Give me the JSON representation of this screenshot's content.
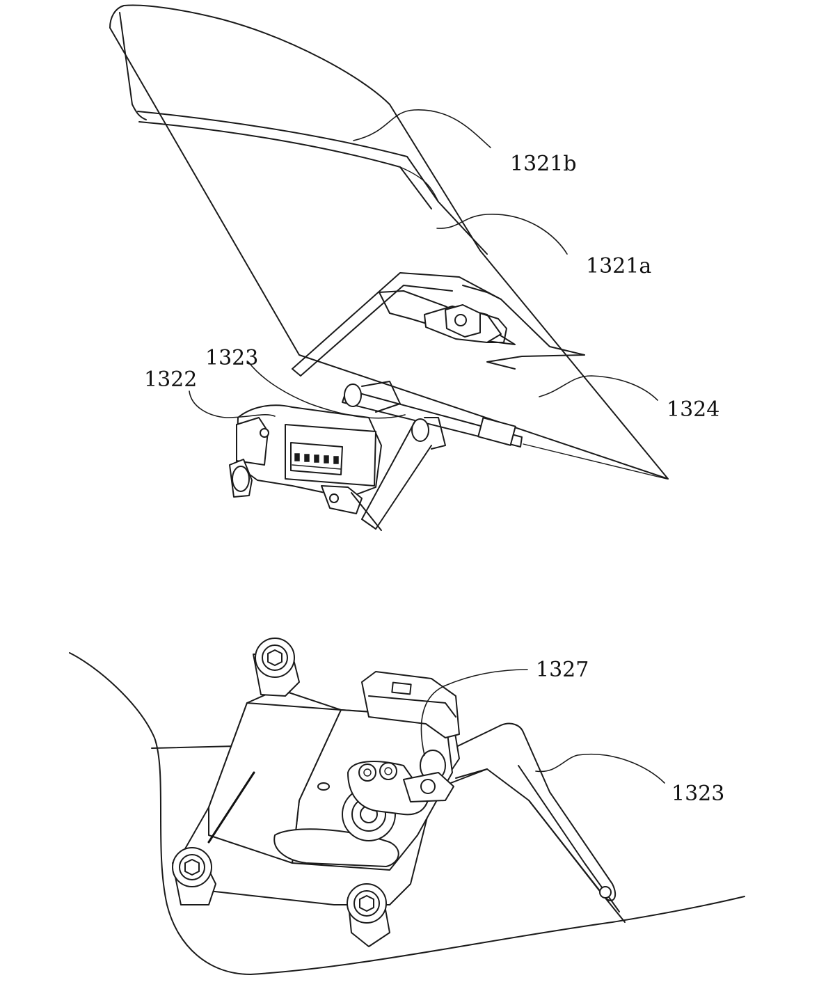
{
  "figure_top": {
    "labels": {
      "ref_1321b": "1321b",
      "ref_1321a": "1321a",
      "ref_1323": "1323",
      "ref_1322": "1322",
      "ref_1324": "1324"
    }
  },
  "figure_bottom": {
    "labels": {
      "ref_1327": "1327",
      "ref_1323": "1323"
    }
  }
}
